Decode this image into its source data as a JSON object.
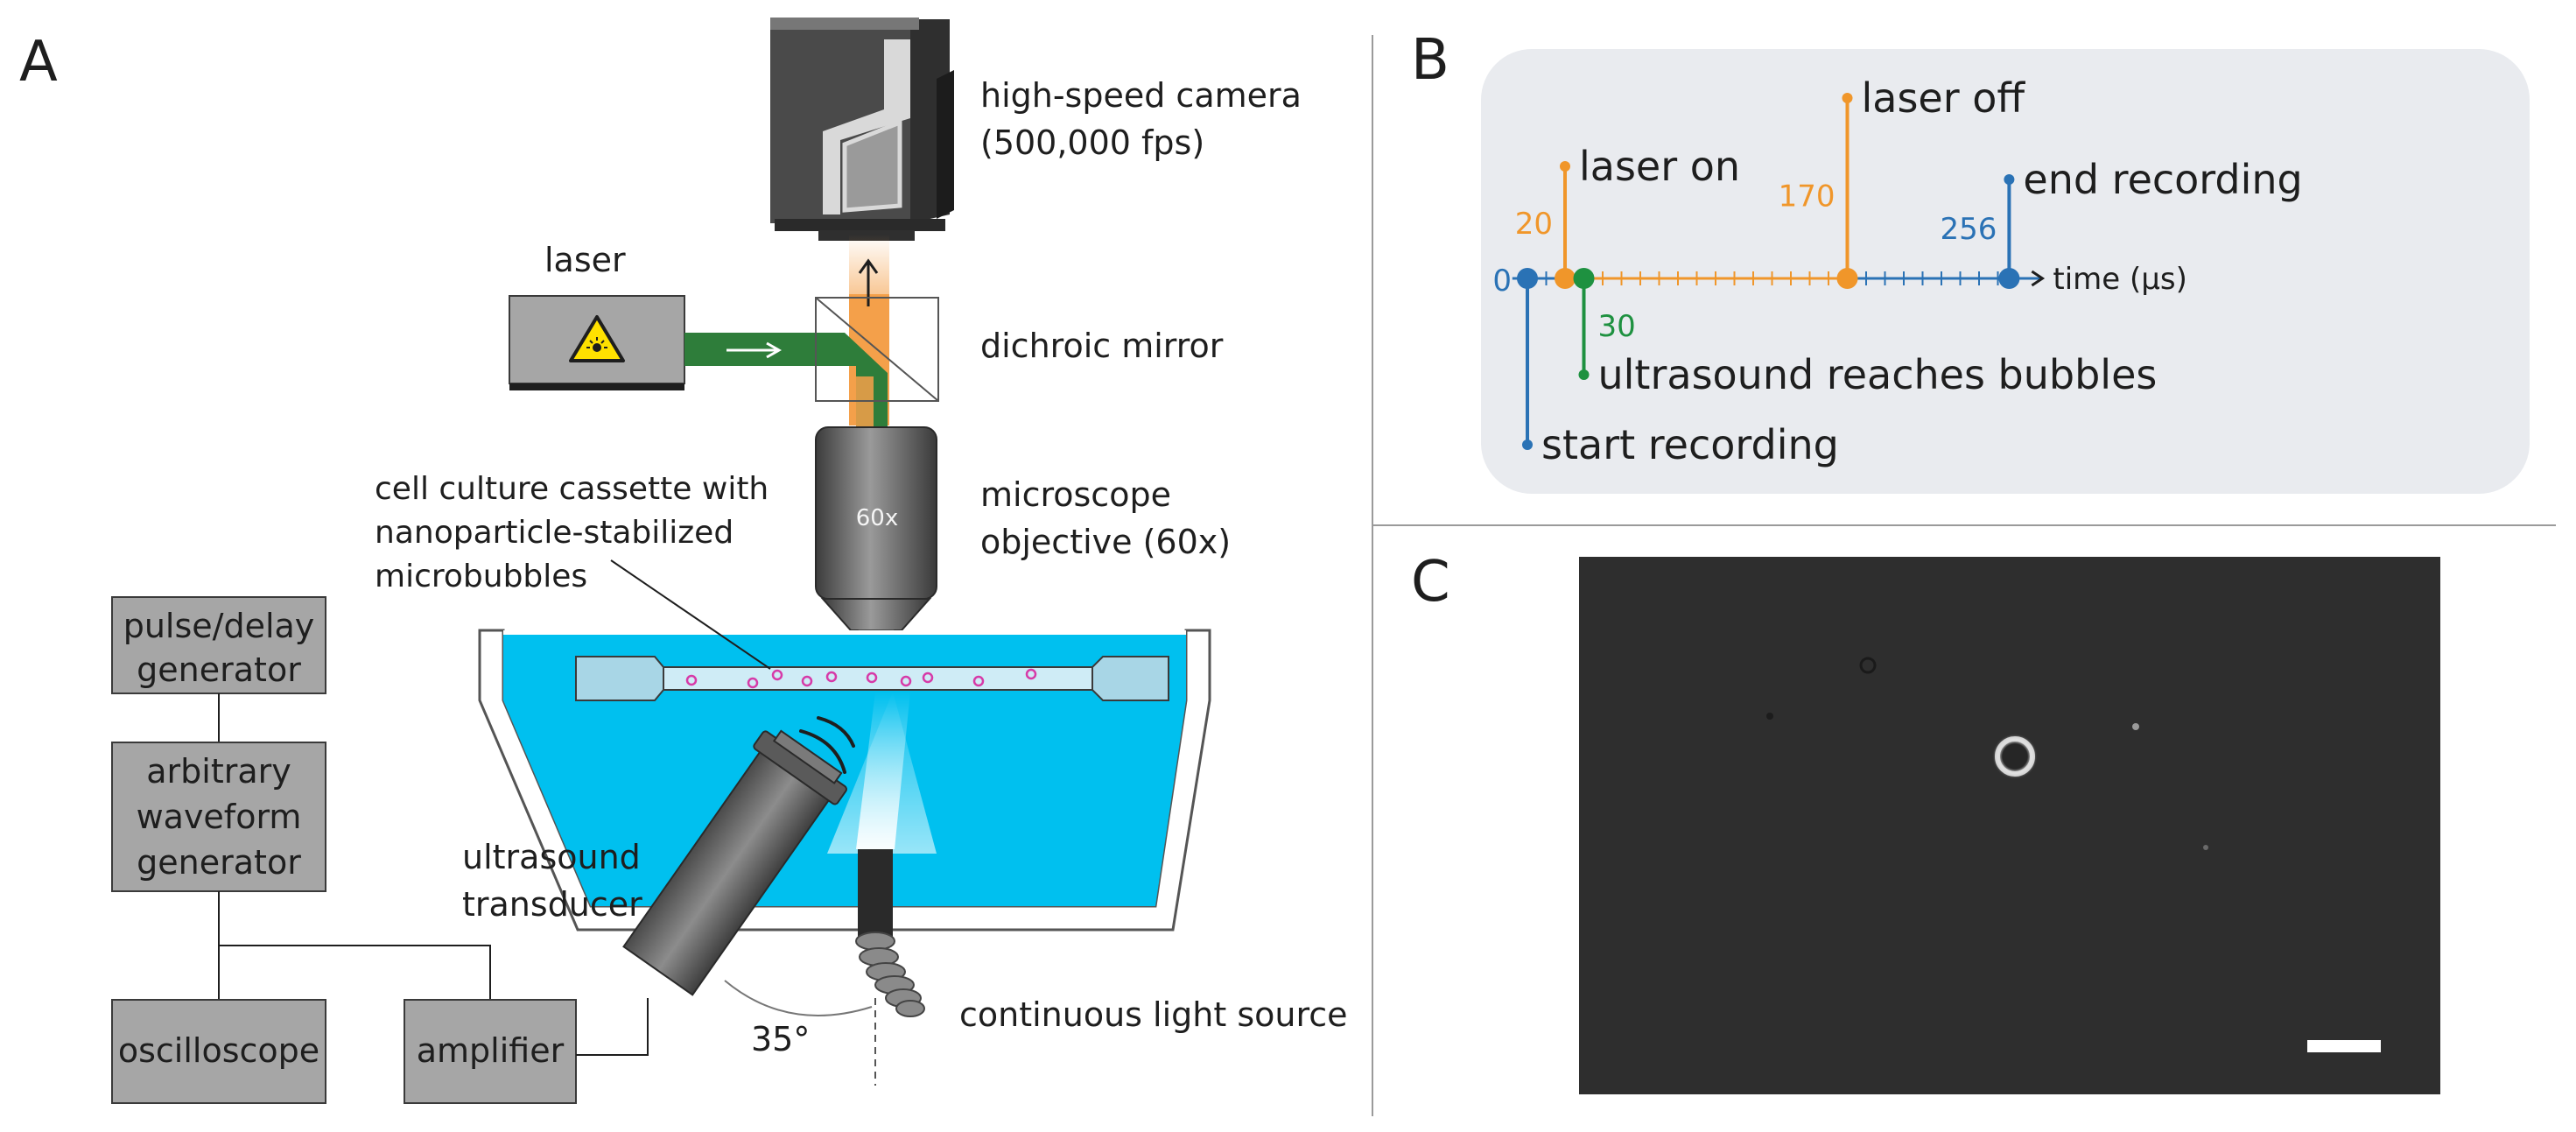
{
  "panels": {
    "a": {
      "letter": "A",
      "camera_label_line1": "high-speed camera",
      "camera_label_line2": "(500,000 fps)",
      "laser_label": "laser",
      "dichroic_label": "dichroic mirror",
      "objective_text": "60x",
      "objective_label_line1": "microscope",
      "objective_label_line2": "objective (60x)",
      "cassette_label_line1": "cell culture cassette with",
      "cassette_label_line2": "nanoparticle-stabilized",
      "cassette_label_line3": "microbubbles",
      "transducer_label_line1": "ultrasound",
      "transducer_label_line2": "transducer",
      "angle_label": "35°",
      "light_source_label": "continuous light source",
      "pulse_box_line1": "pulse/delay",
      "pulse_box_line2": "generator",
      "awg_box_line1": "arbitrary",
      "awg_box_line2": "waveform",
      "awg_box_line3": "generator",
      "oscilloscope_label": "oscilloscope",
      "amplifier_label": "amplifier"
    },
    "b": {
      "letter": "B",
      "axis_label": "time (µs)",
      "events": [
        {
          "time": 0,
          "value_label": "0",
          "label": "start recording",
          "color": "#2a72b5"
        },
        {
          "time": 20,
          "value_label": "20",
          "label": "laser on",
          "color": "#f0962a"
        },
        {
          "time": 30,
          "value_label": "30",
          "label": "ultrasound reaches bubbles",
          "color": "#1e9140"
        },
        {
          "time": 170,
          "value_label": "170",
          "label": "laser off",
          "color": "#f0962a"
        },
        {
          "time": 256,
          "value_label": "256",
          "label": "end recording",
          "color": "#2a72b5"
        }
      ],
      "colors": {
        "blue": "#2a72b5",
        "orange": "#f0962a",
        "green": "#1e9140",
        "panel_bg": "#e9ebef"
      }
    },
    "c": {
      "letter": "C"
    }
  },
  "colors": {
    "water": "#00c0ef",
    "laser_beam": "#2e7d3a",
    "camera_beam": "#f4a04a",
    "box_fill": "#a6a6a6",
    "bubble": "#d63aa8"
  }
}
